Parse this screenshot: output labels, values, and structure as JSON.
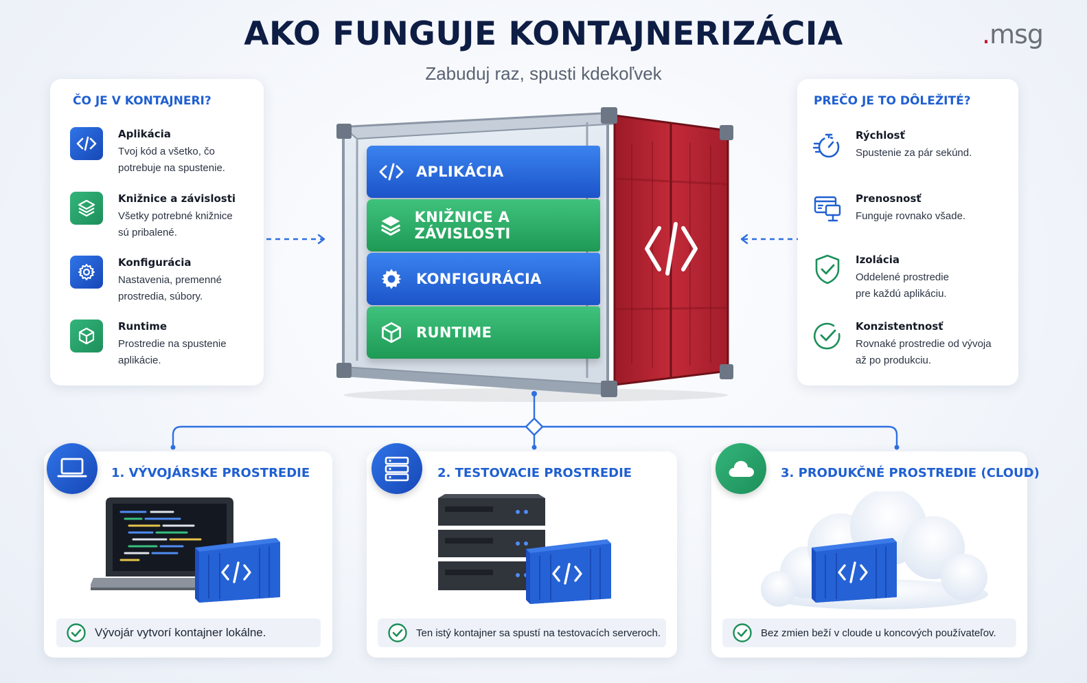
{
  "header": {
    "title": "AKO FUNGUJE KONTAJNERIZÁCIA",
    "subtitle": "Zabuduj raz, spusti kdekoľvek",
    "logo": ".msg"
  },
  "left_panel": {
    "heading": "ČO JE V KONTAJNERI?",
    "items": [
      {
        "title": "Aplikácia",
        "line1": "Tvoj kód a všetko, čo",
        "line2": "potrebuje na spustenie.",
        "icon": "code-icon"
      },
      {
        "title": "Knižnice a závislosti",
        "line1": "Všetky potrebné knižnice",
        "line2": "sú pribalené.",
        "icon": "layers-icon"
      },
      {
        "title": "Konfigurácia",
        "line1": "Nastavenia, premenné",
        "line2": "prostredia, súbory.",
        "icon": "gear-icon"
      },
      {
        "title": "Runtime",
        "line1": "Prostredie na spustenie",
        "line2": "aplikácie.",
        "icon": "cube-icon"
      }
    ]
  },
  "right_panel": {
    "heading": "PREČO JE TO DÔLEŽITÉ?",
    "items": [
      {
        "title": "Rýchlosť",
        "line1": "Spustenie za pár sekúnd.",
        "line2": "",
        "icon": "stopwatch-icon"
      },
      {
        "title": "Prenosnosť",
        "line1": "Funguje rovnako všade.",
        "line2": "",
        "icon": "portability-icon"
      },
      {
        "title": "Izolácia",
        "line1": "Oddelené prostredie",
        "line2": "pre každú aplikáciu.",
        "icon": "shield-check-icon"
      },
      {
        "title": "Konzistentnosť",
        "line1": "Rovnaké prostredie od vývoja",
        "line2": "až po produkciu.",
        "icon": "circle-check-icon"
      }
    ]
  },
  "container": {
    "layers": [
      {
        "label": "APLIKÁCIA",
        "icon": "code-icon",
        "color": "blue"
      },
      {
        "label": "KNIŽNICE A ZÁVISLOSTI",
        "icon": "layers-icon",
        "color": "green"
      },
      {
        "label": "KONFIGURÁCIA",
        "icon": "gear-icon",
        "color": "blue"
      },
      {
        "label": "RUNTIME",
        "icon": "cube-icon",
        "color": "green"
      }
    ],
    "door_color": "#b3202e"
  },
  "stages": [
    {
      "title": "1. VÝVOJÁRSKE PROSTREDIE",
      "footer": "Vývojár vytvorí kontajner lokálne.",
      "icon": "laptop-icon"
    },
    {
      "title": "2. TESTOVACIE PROSTREDIE",
      "footer": "Ten istý kontajner sa spustí na testovacích serveroch.",
      "icon": "server-icon"
    },
    {
      "title": "3. PRODUKČNÉ PROSTREDIE (CLOUD)",
      "footer": "Bez zmien beží v cloude u koncových používateľov.",
      "icon": "cloud-icon"
    }
  ],
  "colors": {
    "accent_blue": "#1f5fd1",
    "accent_green": "#1d8f5a",
    "title_navy": "#0e1d44",
    "container_red": "#b3202e"
  }
}
